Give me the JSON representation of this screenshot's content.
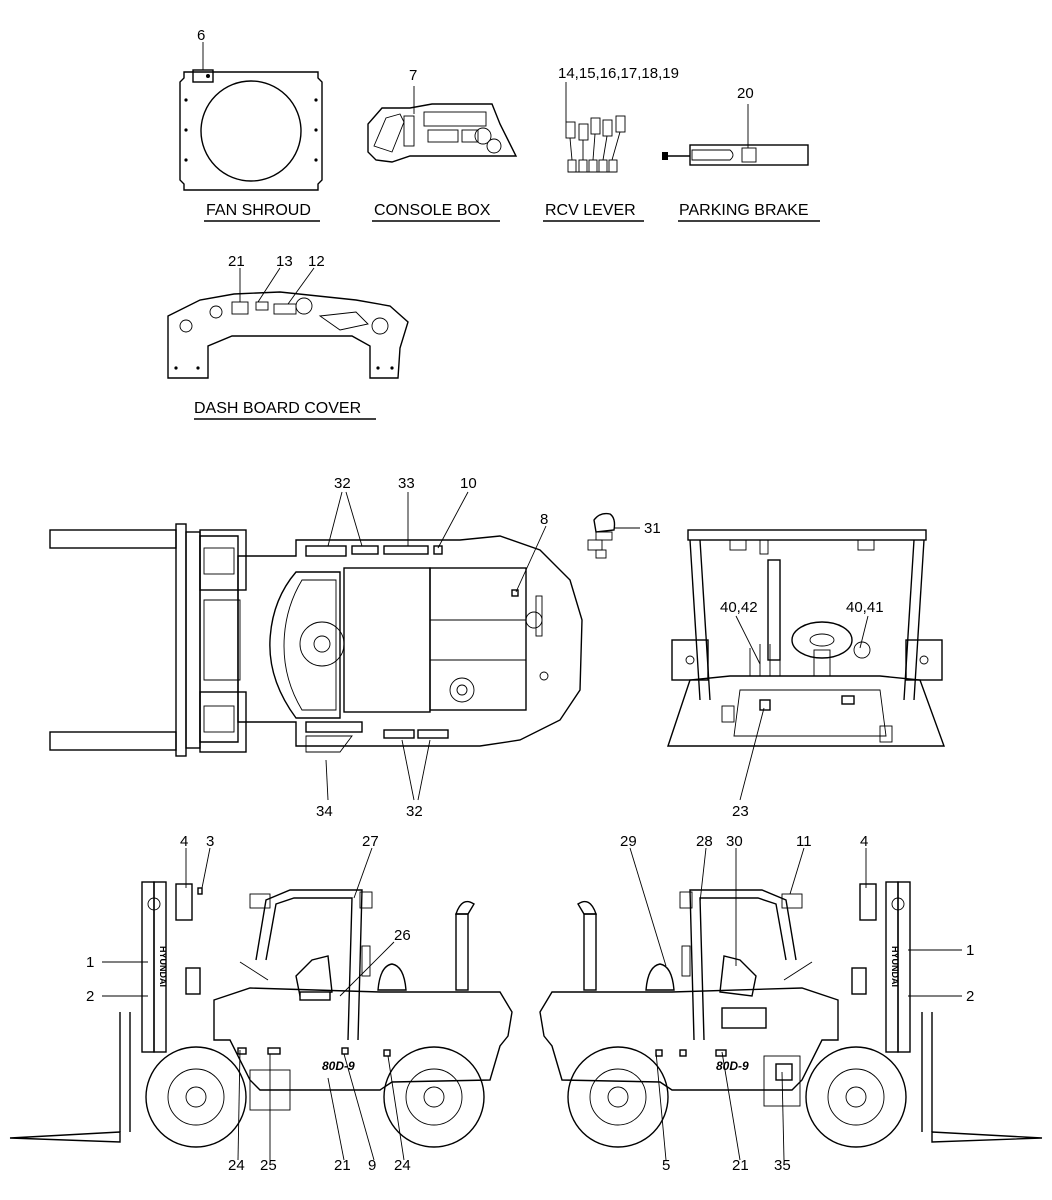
{
  "captions": {
    "fan_shroud": "FAN SHROUD",
    "console_box": "CONSOLE BOX",
    "rcv_lever": "RCV LEVER",
    "parking_brake": "PARKING BRAKE",
    "dash_board_cover": "DASH BOARD COVER"
  },
  "callouts": {
    "c6": "6",
    "c7": "7",
    "c14_19": "14,15,16,17,18,19",
    "c20": "20",
    "c21_dash": "21",
    "c13": "13",
    "c12": "12",
    "c32_top": "32",
    "c33": "33",
    "c10": "10",
    "c8": "8",
    "c31": "31",
    "c34": "34",
    "c32_bottom": "32",
    "c40_42": "40,42",
    "c40_41": "40,41",
    "c23": "23",
    "c4_left": "4",
    "c3": "3",
    "c27": "27",
    "c26": "26",
    "c1_left": "1",
    "c2_left": "2",
    "c24_a": "24",
    "c25": "25",
    "c21_left": "21",
    "c9": "9",
    "c24_b": "24",
    "c29": "29",
    "c28": "28",
    "c30": "30",
    "c11": "11",
    "c4_right": "4",
    "c1_right": "1",
    "c2_right": "2",
    "c5": "5",
    "c21_right": "21",
    "c35": "35"
  },
  "decals": {
    "brand": "HYUNDAI",
    "model": "80D-9"
  }
}
